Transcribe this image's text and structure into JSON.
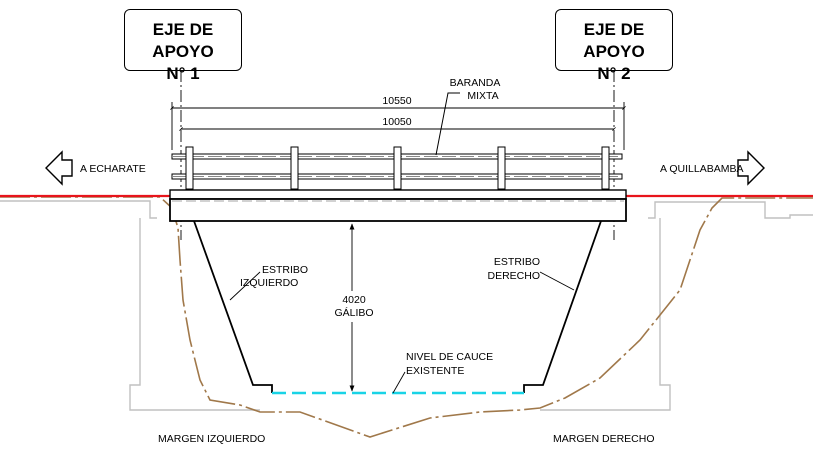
{
  "supports": [
    {
      "line1": "EJE DE APOYO",
      "line2": "N° 1"
    },
    {
      "line1": "EJE DE APOYO",
      "line2": "N° 2"
    }
  ],
  "railing_label": {
    "line1": "BARANDA",
    "line2": "MIXTA"
  },
  "dimensions": {
    "overall": "10550",
    "span": "10050",
    "clearance": "4020",
    "clearance_label": "GÁLIBO"
  },
  "directions": {
    "left": "A ECHARATE",
    "right": "A QUILLABAMBA"
  },
  "abutments": {
    "left": {
      "line1": "ESTRIBO",
      "line2": "IZQUIERDO"
    },
    "right": {
      "line1": "ESTRIBO",
      "line2": "DERECHO"
    }
  },
  "water_level": {
    "line1": "NIVEL DE CAUCE",
    "line2": "EXISTENTE"
  },
  "banks": {
    "left": "MARGEN IZQUIERDO",
    "right": "MARGEN DERECHO"
  },
  "colors": {
    "road": "#e8141b",
    "terrain": "#a0784a",
    "water": "#19d3e6",
    "existing": "#c0c0c0",
    "line": "#000000"
  }
}
